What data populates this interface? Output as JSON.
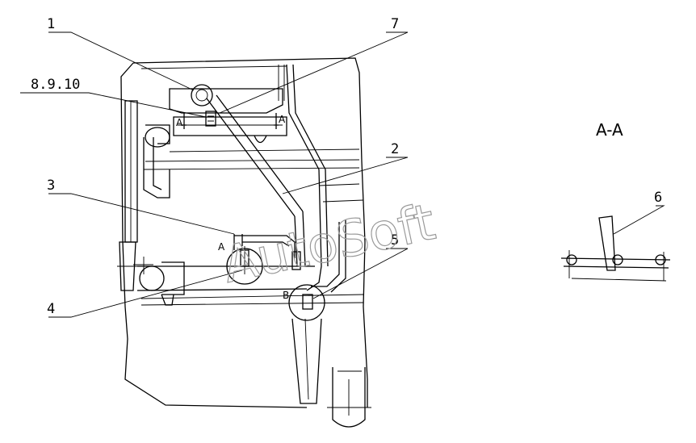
{
  "callouts": {
    "c1": "1",
    "c2": "2",
    "c3": "3",
    "c4": "4",
    "c5": "5",
    "c6": "6",
    "c7": "7",
    "c8": "8.9.10"
  },
  "section_marks": {
    "a_left": "A",
    "a_right": "A",
    "a_detail": "A",
    "b_detail": "B"
  },
  "section_view_title": "A-A",
  "watermark": "AutoSoft"
}
